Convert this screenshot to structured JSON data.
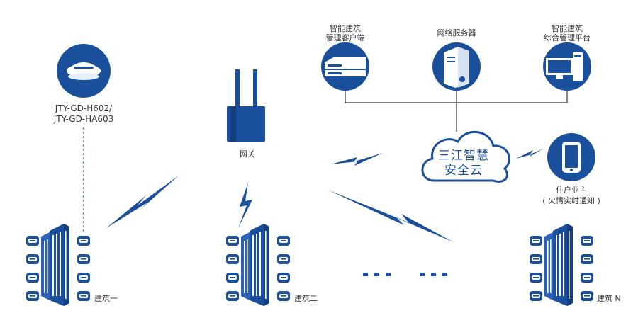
{
  "detector": {
    "model_line1": "JTY-GD-H602/",
    "model_line2": "JTY-GD-HA603",
    "icon": "smoke-detector-icon"
  },
  "gateway": {
    "label": "网关",
    "icon": "router-icon"
  },
  "servers": [
    {
      "line1": "智能建筑",
      "line2": "管理客户端",
      "icon": "rack-server-icon"
    },
    {
      "line1": "网络服务器",
      "line2": "",
      "icon": "tower-server-icon"
    },
    {
      "line1": "智能建筑",
      "line2": "综合管理平台",
      "icon": "desktop-computer-icon"
    }
  ],
  "cloud": {
    "line1": "三江智慧",
    "line2": "安全云",
    "icon": "cloud-icon"
  },
  "owner": {
    "line1": "住户业主",
    "line2": "( 火情实时通知 )",
    "icon": "smartphone-icon"
  },
  "buildings": [
    {
      "label": "建筑一"
    },
    {
      "label": "建筑二"
    },
    {
      "label": "建筑 N"
    }
  ],
  "colors": {
    "primary": "#1a4f9c",
    "dark": "#143f80",
    "light": "#e6effa",
    "line": "#333333"
  }
}
